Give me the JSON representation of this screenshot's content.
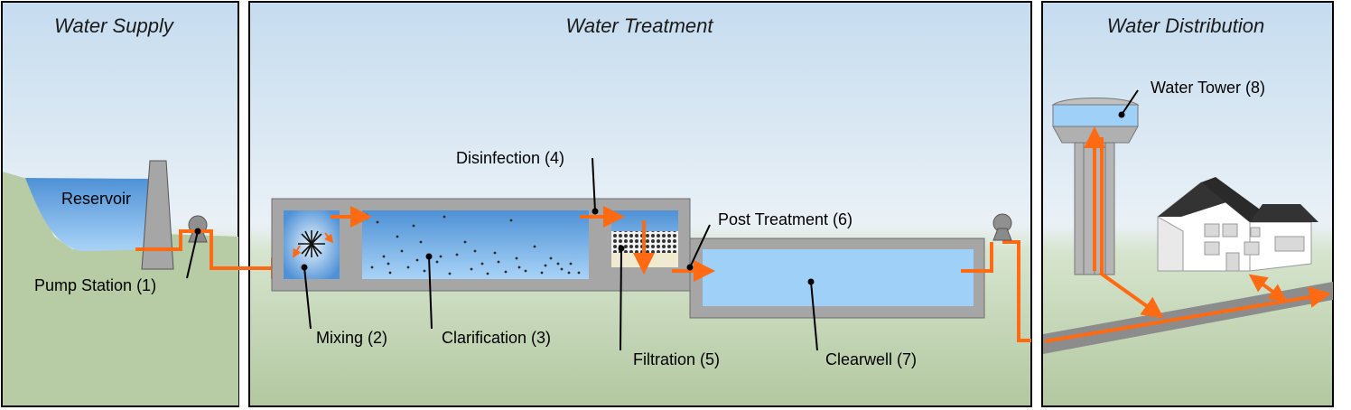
{
  "sections": {
    "supply": {
      "title": "Water Supply",
      "reservoir_label": "Reservoir",
      "pump_label": "Pump Station (1)"
    },
    "treatment": {
      "title": "Water Treatment",
      "mixing": "Mixing (2)",
      "clarification": "Clarification (3)",
      "disinfection": "Disinfection (4)",
      "filtration": "Filtration (5)",
      "post_treatment": "Post Treatment (6)",
      "clearwell": "Clearwell (7)"
    },
    "distribution": {
      "title": "Water Distribution",
      "tower_label": "Water Tower (8)"
    }
  },
  "colors": {
    "flow_arrow": "#ff6a13",
    "water": "#99ccf5",
    "tank_wall": "#a6a6a6",
    "pipe": "#8c8c8c",
    "ground": "#b2c8a0",
    "sky": "#c5dcef"
  }
}
